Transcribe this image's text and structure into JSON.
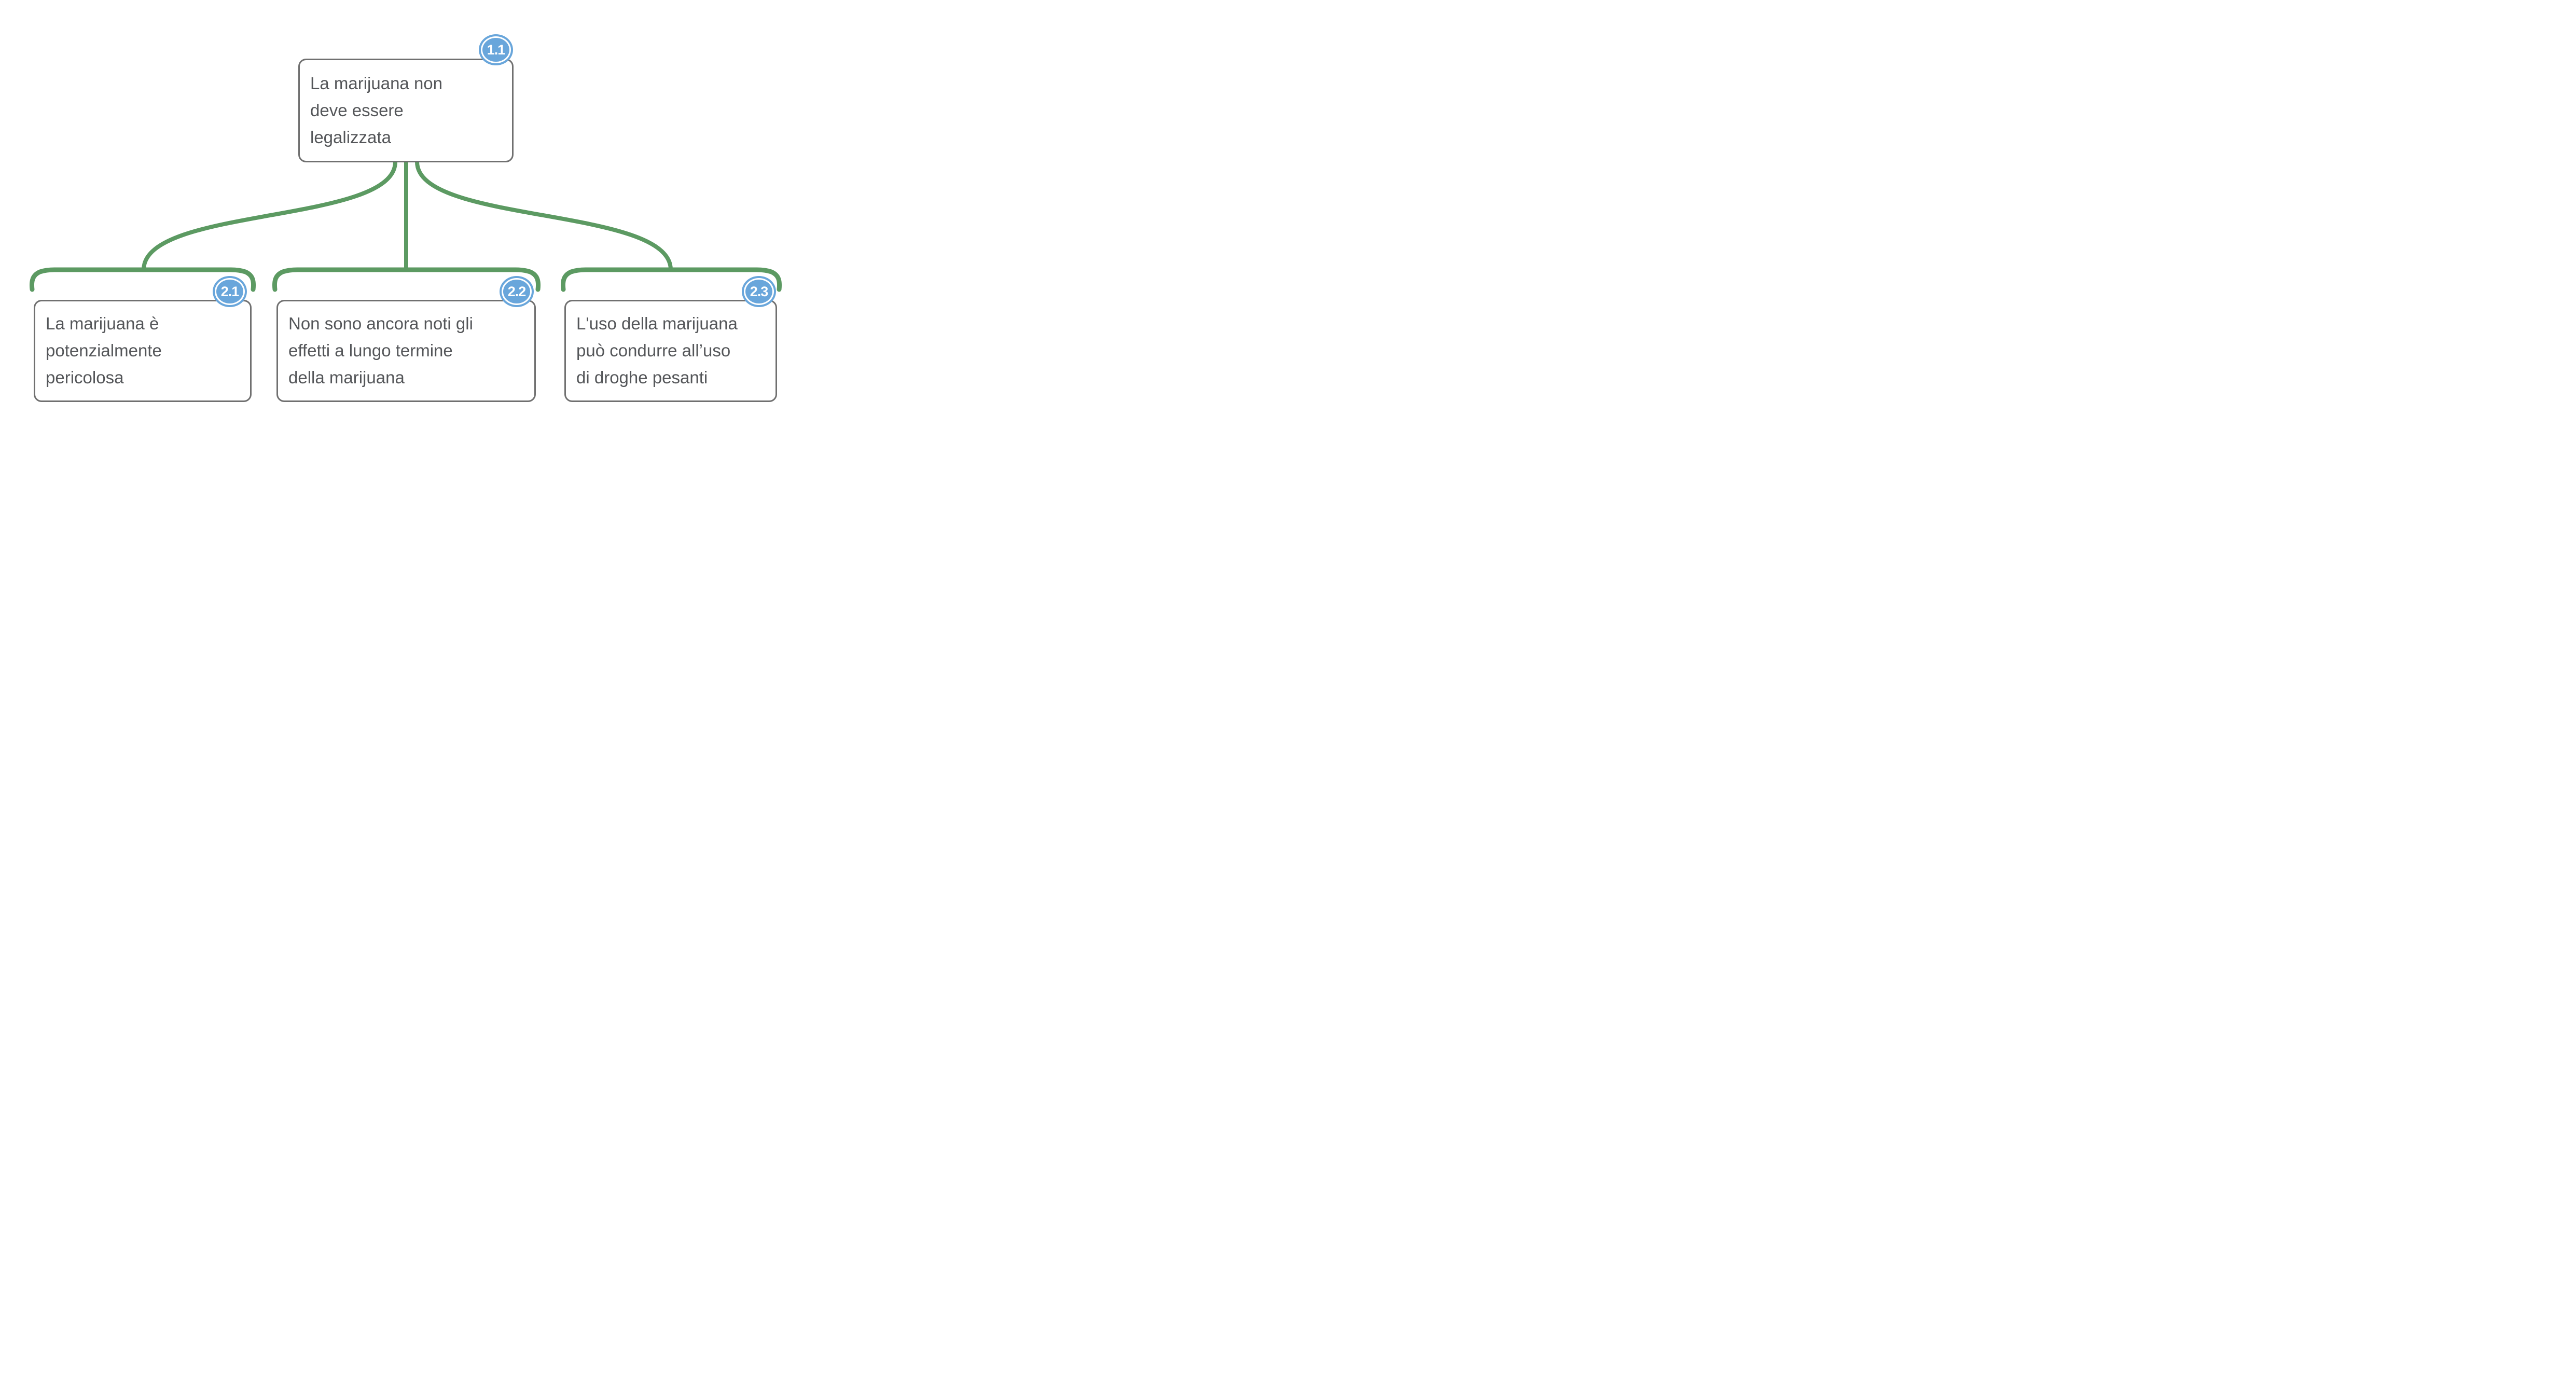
{
  "colors": {
    "connector_green": "#5c9a62",
    "badge_blue": "#69a6db",
    "badge_ring_white": "#ffffff",
    "badge_text_white": "#ffffff",
    "box_border_gray": "#707070",
    "text_gray": "#545659",
    "background": "#ffffff"
  },
  "nodes": {
    "root": {
      "id": "1.1",
      "text": "La marijuana non deve essere legalizzata",
      "lines": [
        "La marijuana non",
        "deve essere",
        "legalizzata"
      ]
    },
    "children": [
      {
        "id": "2.1",
        "text": "La marijuana è potenzialmente pericolosa",
        "lines": [
          "La marijuana è",
          "potenzialmente",
          "pericolosa"
        ]
      },
      {
        "id": "2.2",
        "text": "Non sono ancora noti gli effetti a lungo termine della marijuana",
        "lines": [
          "Non sono ancora noti gli",
          "effetti a lungo termine",
          "della marijuana"
        ]
      },
      {
        "id": "2.3",
        "text": "L'uso della marijuana può condurre all’uso di droghe pesanti",
        "lines": [
          "L'uso della marijuana",
          "può condurre all’uso",
          "di droghe pesanti"
        ]
      }
    ]
  }
}
